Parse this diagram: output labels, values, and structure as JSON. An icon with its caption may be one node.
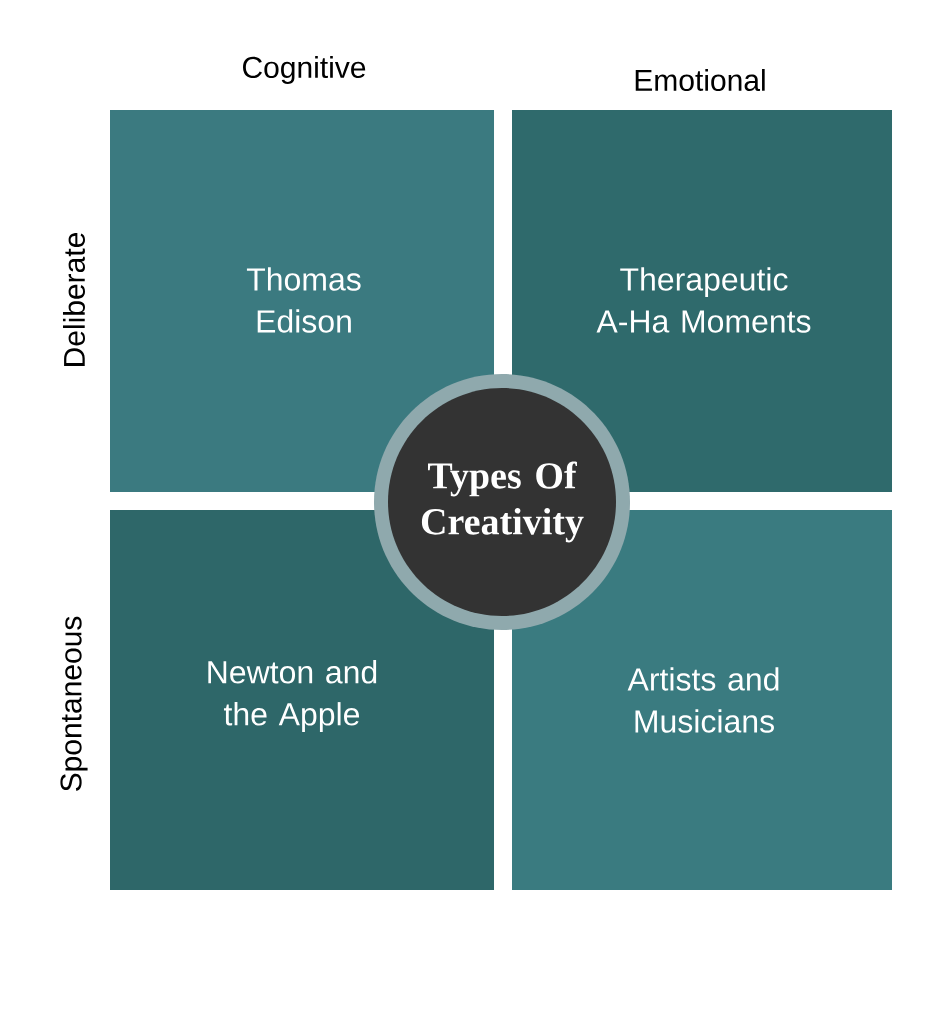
{
  "diagram": {
    "nodes": [
      {
        "text": [
          "Thomas Edison"
        ]
      },
      {
        "text": [
          "Therapeutic A-Ha Moments"
        ]
      },
      {
        "text": [
          "Newton and the Apple"
        ]
      },
      {
        "text": [
          "Artists and Musicians"
        ]
      },
      {
        "text": [
          "Types Of Creativity"
        ]
      }
    ],
    "labels": [
      "Cognitive",
      "Emotional",
      "Deliberate",
      "Spontaneous"
    ]
  }
}
